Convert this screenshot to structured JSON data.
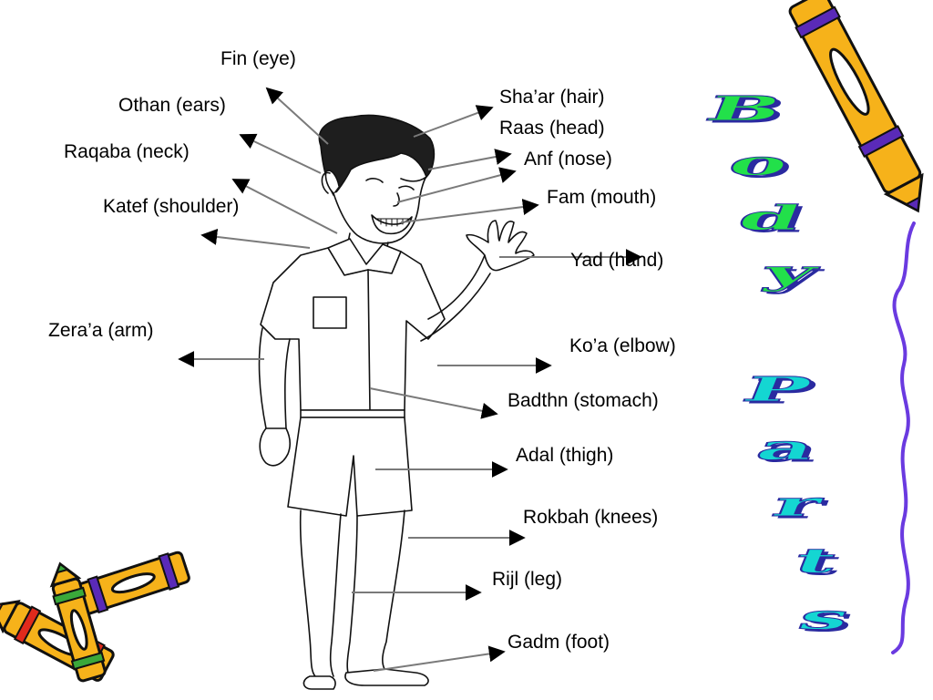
{
  "labels": {
    "eye": "Fin (eye)",
    "ears": "Othan (ears)",
    "neck": "Raqaba (neck)",
    "shoulder": "Katef (shoulder)",
    "arm": "Zera’a (arm)",
    "hair": "Sha’ar (hair)",
    "head": "Raas (head)",
    "nose": "Anf (nose)",
    "mouth": "Fam (mouth)",
    "hand": "Yad (hand)",
    "elbow": "Ko’a (elbow)",
    "stomach": "Badthn (stomach)",
    "thigh": "Adal (thigh)",
    "knees": "Rokbah (knees)",
    "leg": "Rijl (leg)",
    "foot": "Gadm (foot)"
  },
  "wordart": {
    "word1": [
      "B",
      "o",
      "d",
      "y"
    ],
    "word2": [
      "P",
      "a",
      "r",
      "t",
      "s"
    ]
  },
  "colors": {
    "word1_fill": "#22e04a",
    "word2_fill": "#14d6d2",
    "wordart_shadow": "#2a2aa0",
    "crayon_body": "#f6b21a",
    "crayon_tip_purple": "#5a2ab8",
    "crayon_tip_red": "#e02a1c",
    "crayon_tip_green": "#3aa83a",
    "squiggle": "#6a3ae0"
  },
  "icons": [
    "crayon-icon",
    "crayons-icon",
    "boy-illustration"
  ]
}
